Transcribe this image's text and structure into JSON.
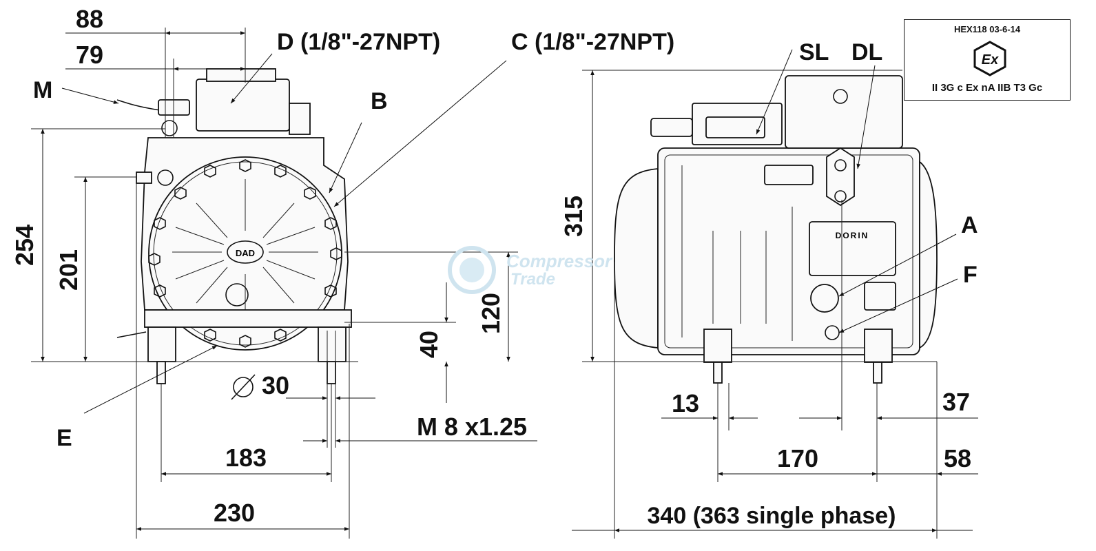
{
  "front_view": {
    "labels": {
      "port_d": "D (1/8\"-27NPT)",
      "port_c": "C (1/8\"-27NPT)",
      "m": "M",
      "b": "B",
      "e": "E"
    },
    "dims": {
      "d88": "88",
      "d79": "79",
      "d254": "254",
      "d201": "201",
      "d120": "120",
      "d40": "40",
      "d30": "30",
      "thread": "M 8 x1.25",
      "d183": "183",
      "d230": "230"
    }
  },
  "side_view": {
    "labels": {
      "sl": "SL",
      "dl": "DL",
      "a": "A",
      "f": "F",
      "brand": "DORIN"
    },
    "dims": {
      "d315": "315",
      "d13": "13",
      "d37": "37",
      "d170": "170",
      "d58": "58",
      "d340": "340 (363 single phase)"
    }
  },
  "certification": {
    "code": "HEX118 03-6-14",
    "symbol": "Ex",
    "marking": "II 3G c Ex nA IIB T3 Gc"
  },
  "watermark": {
    "line1": "Compressor",
    "line2": "Trade"
  }
}
